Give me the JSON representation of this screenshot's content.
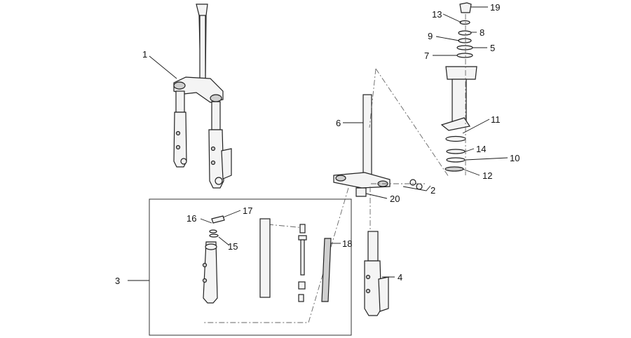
{
  "diagram": {
    "callouts": [
      "1",
      "2",
      "3",
      "4",
      "5",
      "6",
      "7",
      "8",
      "9",
      "10",
      "11",
      "12",
      "13",
      "14",
      "15",
      "16",
      "17",
      "18",
      "19",
      "20"
    ],
    "colors": {
      "line": "#222222",
      "fill": "#f4f4f4",
      "dash": "#666666"
    }
  }
}
